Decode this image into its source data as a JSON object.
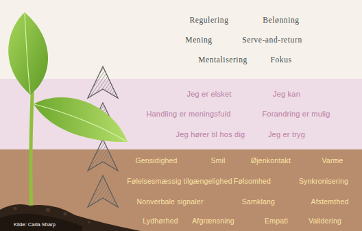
{
  "diagram": {
    "nodes": [
      {
        "text": [
          "Regulering",
          "Belønning",
          "Mening",
          "Serve-and-return",
          "Mentalisering",
          "Fokus"
        ]
      },
      {
        "text": [
          "Jeg er elsket",
          "Jeg kan",
          "Handling er meningsfuld",
          "Forandring er mulig",
          "Jeg hører til hos dig",
          "Jeg er tryg"
        ]
      },
      {
        "text": [
          "Gensidighed",
          "Smil",
          "Øjenkontakt",
          "Varme",
          "Følelsesmæssig tilgængelighed",
          "Følsomhed",
          "Synkronisering",
          "Nonverbale signaler",
          "Samklang",
          "Afstemthed",
          "Lydhørhed",
          "Afgrænsning",
          "Empati",
          "Validering"
        ]
      }
    ],
    "labels": [
      "Kilde: Carla Sharp"
    ]
  }
}
